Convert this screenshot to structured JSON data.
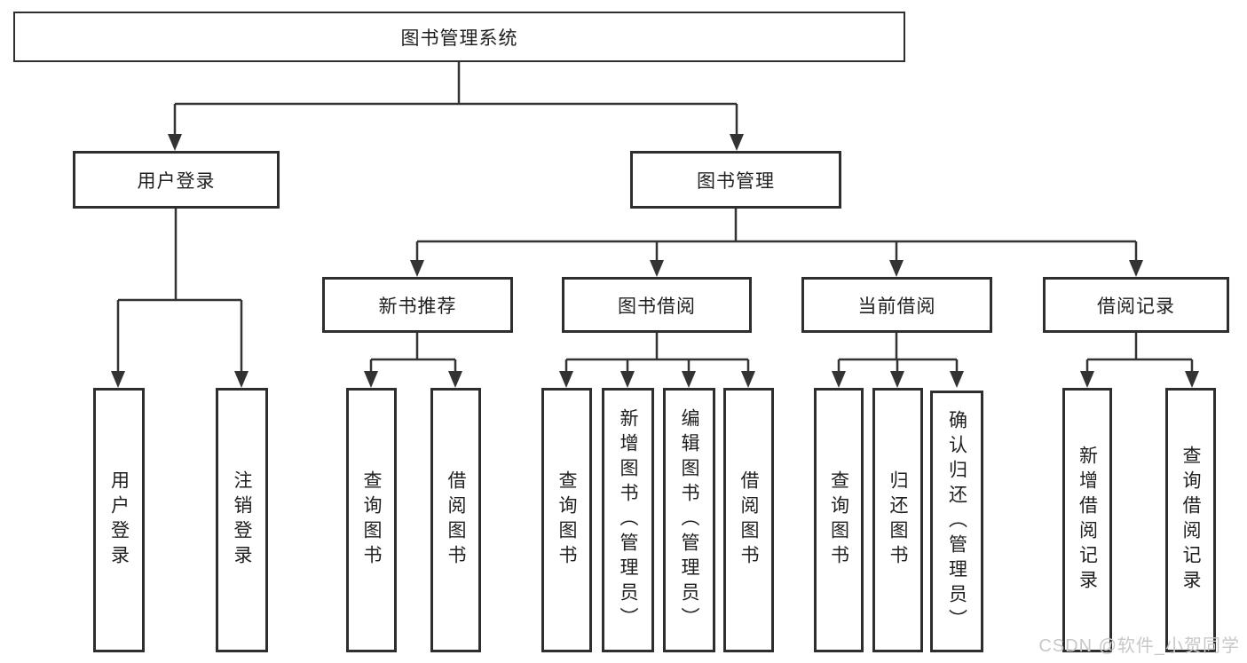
{
  "tree": {
    "root": {
      "label": "图书管理系统"
    },
    "branches": [
      {
        "label": "用户登录",
        "children": [
          {
            "label": "用户登录"
          },
          {
            "label": "注销登录"
          }
        ]
      },
      {
        "label": "图书管理",
        "children": [
          {
            "label": "新书推荐",
            "children": [
              {
                "label": "查询图书"
              },
              {
                "label": "借阅图书"
              }
            ]
          },
          {
            "label": "图书借阅",
            "children": [
              {
                "label": "查询图书"
              },
              {
                "label": "新增图书（管理员）"
              },
              {
                "label": "编辑图书（管理员）"
              },
              {
                "label": "借阅图书"
              }
            ]
          },
          {
            "label": "当前借阅",
            "children": [
              {
                "label": "查询图书"
              },
              {
                "label": "归还图书"
              },
              {
                "label": "确认归还（管理员）"
              }
            ]
          },
          {
            "label": "借阅记录",
            "children": [
              {
                "label": "新增借阅记录"
              },
              {
                "label": "查询借阅记录"
              }
            ]
          }
        ]
      }
    ]
  },
  "watermark": {
    "text": "CSDN @软件_小贺同学"
  },
  "colors": {
    "line": "#333333",
    "box_border": "#2e2e2e",
    "text": "#1f1f1f",
    "watermark": "#c8c8c8",
    "background": "#ffffff"
  }
}
